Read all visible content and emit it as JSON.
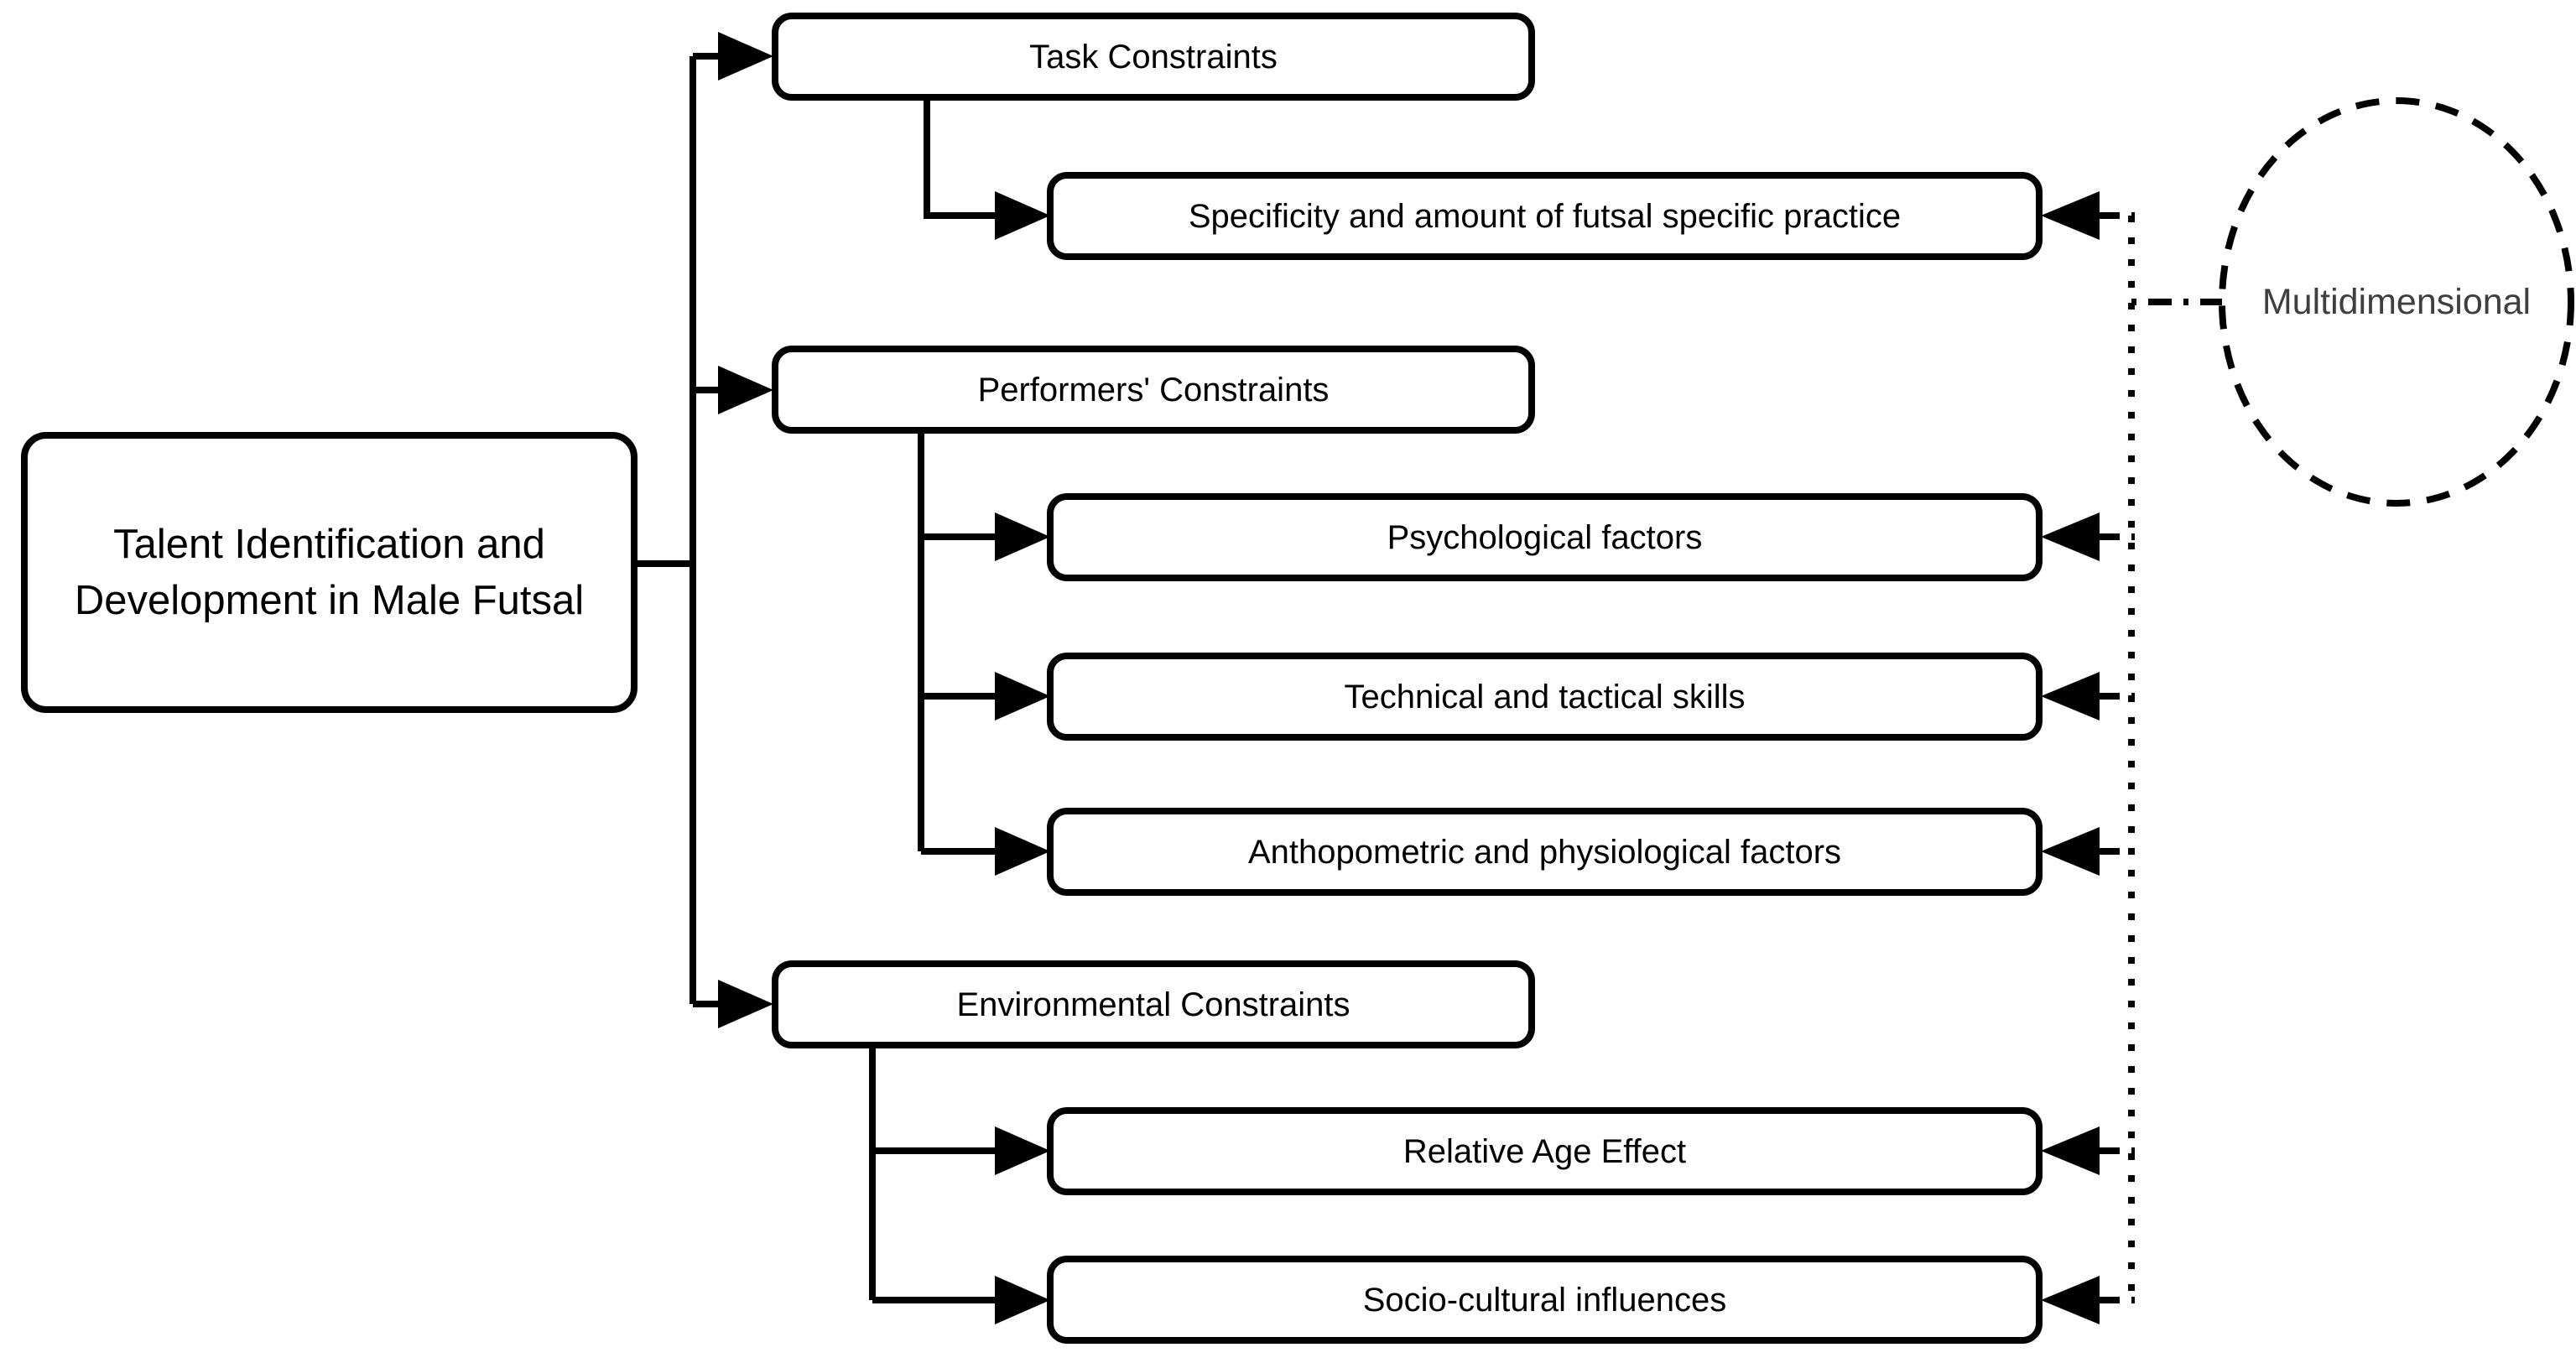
{
  "colors": {
    "line": "#000000",
    "box_border": "#000000",
    "box_fill": "#ffffff",
    "background": "#ffffff",
    "annotation_text": "#3f3f3f"
  },
  "root_box": {
    "label": "Talent Identification and\nDevelopment in Male Futsal"
  },
  "branches": [
    {
      "id": "task-constraints",
      "label": "Task Constraints",
      "children": [
        "Specificity and amount of futsal specific practice"
      ]
    },
    {
      "id": "performers-constraints",
      "label": "Performers' Constraints",
      "children": [
        "Psychological factors",
        "Technical and tactical skills",
        "Anthopometric and physiological factors"
      ]
    },
    {
      "id": "environmental-constraints",
      "label": "Environmental Constraints",
      "children": [
        "Relative Age Effect",
        "Socio-cultural influences"
      ]
    }
  ],
  "annotation": {
    "label": "Multidimensional",
    "shape": "dashed-ellipse"
  }
}
